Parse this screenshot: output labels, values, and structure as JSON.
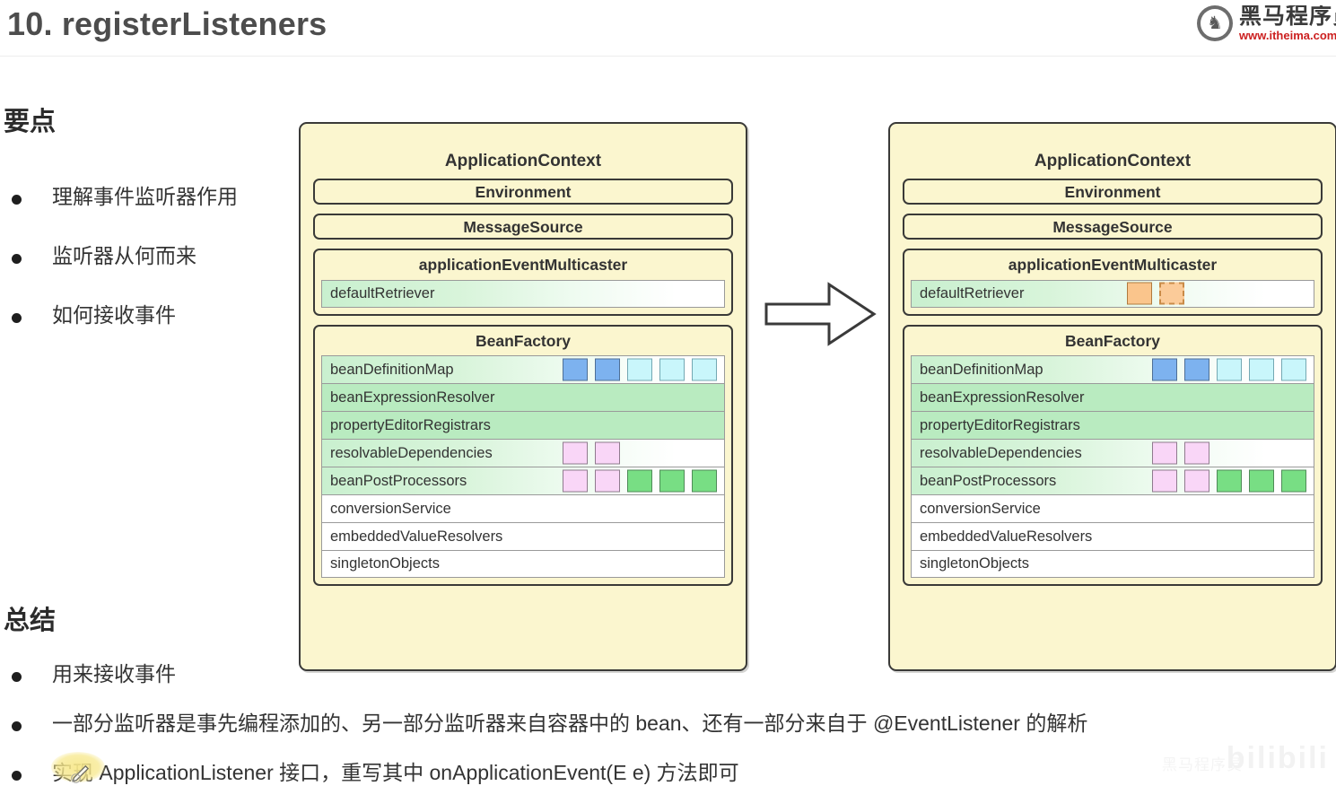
{
  "header": {
    "title": "10. registerListeners",
    "logo": {
      "icon": "horse-logo-icon",
      "brand_cn": "黑马程序员",
      "url": "www.itheima.com"
    }
  },
  "keypoints": {
    "heading": "要点",
    "items": [
      "理解事件监听器作用",
      "监听器从何而来",
      "如何接收事件"
    ]
  },
  "summary": {
    "heading": "总结",
    "items": [
      "用来接收事件",
      "一部分监听器是事先编程添加的、另一部分监听器来自容器中的 bean、还有一部分来自于 @EventListener 的解析",
      "实现 ApplicationListener 接口，重写其中 onApplicationEvent(E e) 方法即可"
    ]
  },
  "diagram": {
    "arrow": "right-arrow-icon",
    "panels": [
      {
        "id": "before",
        "title": "ApplicationContext",
        "environment": "Environment",
        "message_source": "MessageSource",
        "multicaster": {
          "title": "applicationEventMulticaster",
          "rows": [
            {
              "label": "defaultRetriever",
              "fill": "grad",
              "chips": []
            }
          ]
        },
        "bean_factory": {
          "title": "BeanFactory",
          "rows": [
            {
              "label": "beanDefinitionMap",
              "fill": "grad",
              "chips": [
                "blue",
                "blue",
                "cyan",
                "cyan",
                "cyan"
              ]
            },
            {
              "label": "beanExpressionResolver",
              "fill": "solid",
              "chips": []
            },
            {
              "label": "propertyEditorRegistrars",
              "fill": "solid",
              "chips": []
            },
            {
              "label": "resolvableDependencies",
              "fill": "grad",
              "chips": [
                "pink",
                "pink"
              ]
            },
            {
              "label": "beanPostProcessors",
              "fill": "grad",
              "chips": [
                "pink",
                "pink",
                "green",
                "green",
                "green"
              ]
            },
            {
              "label": "conversionService",
              "fill": "white",
              "chips": []
            },
            {
              "label": "embeddedValueResolvers",
              "fill": "white",
              "chips": []
            },
            {
              "label": "singletonObjects",
              "fill": "white",
              "chips": []
            }
          ]
        }
      },
      {
        "id": "after",
        "title": "ApplicationContext",
        "environment": "Environment",
        "message_source": "MessageSource",
        "multicaster": {
          "title": "applicationEventMulticaster",
          "rows": [
            {
              "label": "defaultRetriever",
              "fill": "grad",
              "chips": [
                "orange",
                "orange-dashed"
              ]
            }
          ]
        },
        "bean_factory": {
          "title": "BeanFactory",
          "rows": [
            {
              "label": "beanDefinitionMap",
              "fill": "grad",
              "chips": [
                "blue",
                "blue",
                "cyan",
                "cyan",
                "cyan"
              ]
            },
            {
              "label": "beanExpressionResolver",
              "fill": "solid",
              "chips": []
            },
            {
              "label": "propertyEditorRegistrars",
              "fill": "solid",
              "chips": []
            },
            {
              "label": "resolvableDependencies",
              "fill": "grad",
              "chips": [
                "pink",
                "pink"
              ]
            },
            {
              "label": "beanPostProcessors",
              "fill": "grad",
              "chips": [
                "pink",
                "pink",
                "green",
                "green",
                "green"
              ]
            },
            {
              "label": "conversionService",
              "fill": "white",
              "chips": []
            },
            {
              "label": "embeddedValueResolvers",
              "fill": "white",
              "chips": []
            },
            {
              "label": "singletonObjects",
              "fill": "white",
              "chips": []
            }
          ]
        }
      }
    ]
  },
  "watermark": {
    "brand": "bilibili",
    "note": "黑马程序员"
  },
  "colors": {
    "panel_bg": "#fbf6cf",
    "panel_border": "#3a3a38",
    "row_green": "#b9ebc0",
    "chip_blue": "#7db2ef",
    "chip_cyan": "#c9f6fb",
    "chip_pink": "#f9d6f7",
    "chip_green": "#78de84",
    "chip_orange": "#fac58c",
    "brand_red": "#cc2020"
  }
}
